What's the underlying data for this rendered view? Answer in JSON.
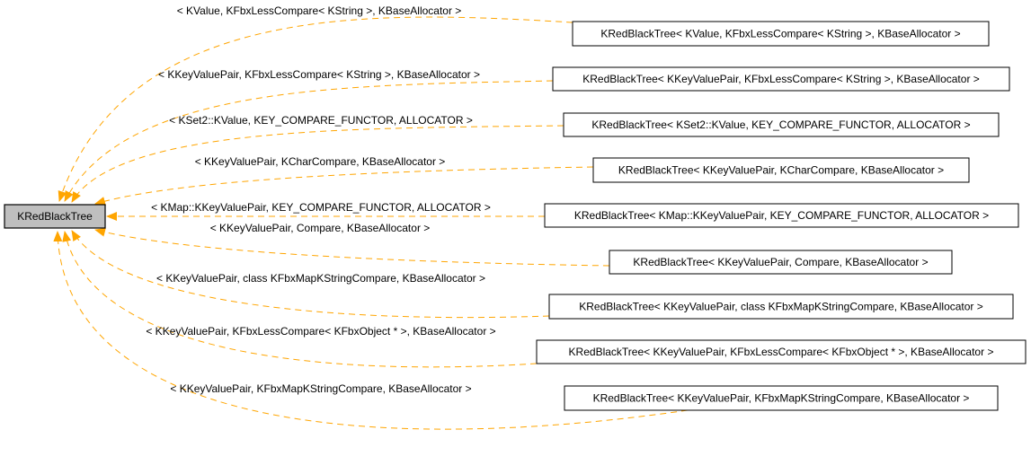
{
  "root": {
    "label": "KRedBlackTree"
  },
  "colors": {
    "edge": "#ffa500",
    "root_fill": "#bfbfbf"
  },
  "children": [
    {
      "label": "KRedBlackTree< KValue, KFbxLessCompare< KString >, KBaseAllocator >",
      "edge_label": "< KValue, KFbxLessCompare< KString >, KBaseAllocator >"
    },
    {
      "label": "KRedBlackTree< KKeyValuePair, KFbxLessCompare< KString >, KBaseAllocator >",
      "edge_label": "< KKeyValuePair, KFbxLessCompare< KString >, KBaseAllocator >"
    },
    {
      "label": "KRedBlackTree< KSet2::KValue, KEY_COMPARE_FUNCTOR, ALLOCATOR >",
      "edge_label": "< KSet2::KValue, KEY_COMPARE_FUNCTOR, ALLOCATOR >"
    },
    {
      "label": "KRedBlackTree< KKeyValuePair, KCharCompare, KBaseAllocator >",
      "edge_label": "< KKeyValuePair, KCharCompare, KBaseAllocator >"
    },
    {
      "label": "KRedBlackTree< KMap::KKeyValuePair, KEY_COMPARE_FUNCTOR, ALLOCATOR >",
      "edge_label": "< KMap::KKeyValuePair, KEY_COMPARE_FUNCTOR, ALLOCATOR >"
    },
    {
      "label": "KRedBlackTree< KKeyValuePair, Compare, KBaseAllocator >",
      "edge_label": "< KKeyValuePair, Compare, KBaseAllocator >"
    },
    {
      "label": "KRedBlackTree< KKeyValuePair, class KFbxMapKStringCompare, KBaseAllocator >",
      "edge_label": "< KKeyValuePair, class KFbxMapKStringCompare, KBaseAllocator >"
    },
    {
      "label": "KRedBlackTree< KKeyValuePair, KFbxLessCompare< KFbxObject * >, KBaseAllocator >",
      "edge_label": "< KKeyValuePair, KFbxLessCompare< KFbxObject * >, KBaseAllocator >"
    },
    {
      "label": "KRedBlackTree< KKeyValuePair, KFbxMapKStringCompare, KBaseAllocator >",
      "edge_label": "< KKeyValuePair, KFbxMapKStringCompare, KBaseAllocator >"
    }
  ]
}
